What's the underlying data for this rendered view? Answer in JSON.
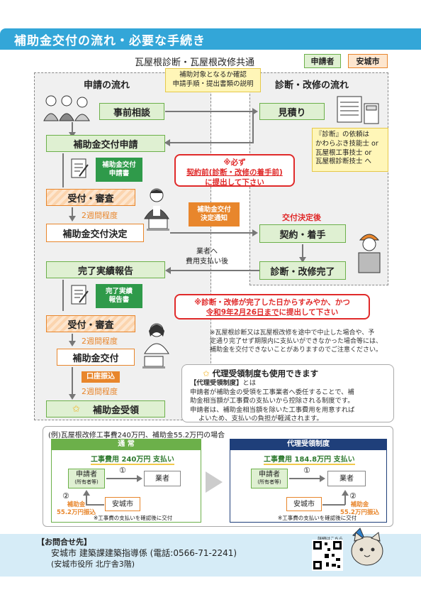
{
  "header": {
    "title": "補助金交付の流れ・必要な手続き"
  },
  "subtitle": "瓦屋根診断・瓦屋根改修共通",
  "legend": {
    "applicant": "申請者",
    "city": "安城市"
  },
  "left_title": "申請の流れ",
  "right_title": "診断・改修の流れ",
  "consult_note": [
    "補助対象となるか確認",
    "申請手順・提出書類の説明"
  ],
  "steps": {
    "pre_consult": "事前相談",
    "estimate": "見積り",
    "application": "補助金交付申請",
    "app_form": [
      "補助金交付",
      "申請書"
    ],
    "receipt1": "受付・審査",
    "two_weeks1": "2週間程度",
    "decision": "補助金交付決定",
    "decision_notice": [
      "補助金交付",
      "決定通知"
    ],
    "after_decision": "交付決定後",
    "contract": "契約・着手",
    "report": "完了実績報告",
    "report_form": [
      "完了実績",
      "報告書"
    ],
    "complete": "診断・改修完了",
    "payment_note": [
      "業者へ",
      "費用支払い後"
    ],
    "receipt2": "受付・審査",
    "two_weeks2": "2週間程度",
    "grant": "補助金交付",
    "transfer": "口座振込",
    "two_weeks3": "2週間程度",
    "receive": "補助金受領"
  },
  "diag_note": [
    "『診断』の依頼は",
    "かわらぶき技能士 or",
    "瓦屋根工事技士 or",
    "瓦屋根診断技士 へ"
  ],
  "warn1": {
    "line1": "※必ず",
    "line2": "契約前(診断・改修の着手前)",
    "line3": "に提出して下さい"
  },
  "warn2": {
    "line1": "※診断・改修が完了した日からすみやか、かつ",
    "line2a": "令和9年2月26日まで",
    "line2b": "に提出して下さい"
  },
  "caution": [
    "※瓦屋根診断又は瓦屋根改修を途中で中止した場合や、予",
    "定通り完了せず期限内に支払いができなかった場合等には、",
    "補助金を交付できないことがありますのでご注意ください。"
  ],
  "agent": {
    "title": "代理受領制度も使用できます",
    "def_label": "【代理受領制度】",
    "def_suffix": "とは",
    "p1": [
      "申請者が補助金の受領を工事業者へ委任することで、補",
      "助金相当額が工事費の支払いから控除される制度です。"
    ],
    "p2": [
      "申請者は、補助金相当額を除いた工事費用を用意すれば",
      "よいため、支払いの負担が軽減されます。"
    ]
  },
  "example": {
    "caption": "(例)瓦屋根改修工事費240万円、補助金55.2万円の場合",
    "normal": {
      "title": "通 常",
      "cost": "工事費用 240万円 支払い",
      "applicant": "申請者",
      "owner": "(所有者等)",
      "vendor": "業者",
      "city": "安城市",
      "n1": "①",
      "n2": "②",
      "grant_label": "補助金",
      "grant_amount": "55.2万円振込",
      "note": "※工事費の支払いを確認後に交付"
    },
    "agent": {
      "title": "代理受領制度",
      "cost": "工事費用 184.8万円 支払い",
      "applicant": "申請者",
      "owner": "(所有者等)",
      "vendor": "業者",
      "city": "安城市",
      "n1": "①",
      "n2": "②",
      "grant_label": "補助金",
      "grant_amount": "55.2万円振込",
      "note": "※工事費の支払いを確認後に交付"
    }
  },
  "contact": {
    "label": "【お問合せ先】",
    "line1": "安城市  建築課建築指導係  (電話:0566-71-2241)",
    "line2": "(安城市役所  北庁舎3階)",
    "qr_label": "詳細はこちら"
  },
  "colors": {
    "header": "#33a6d8",
    "green": "#6cb04a",
    "orange": "#e8862c",
    "red": "#e02a2a",
    "navy": "#1f3f7a"
  }
}
